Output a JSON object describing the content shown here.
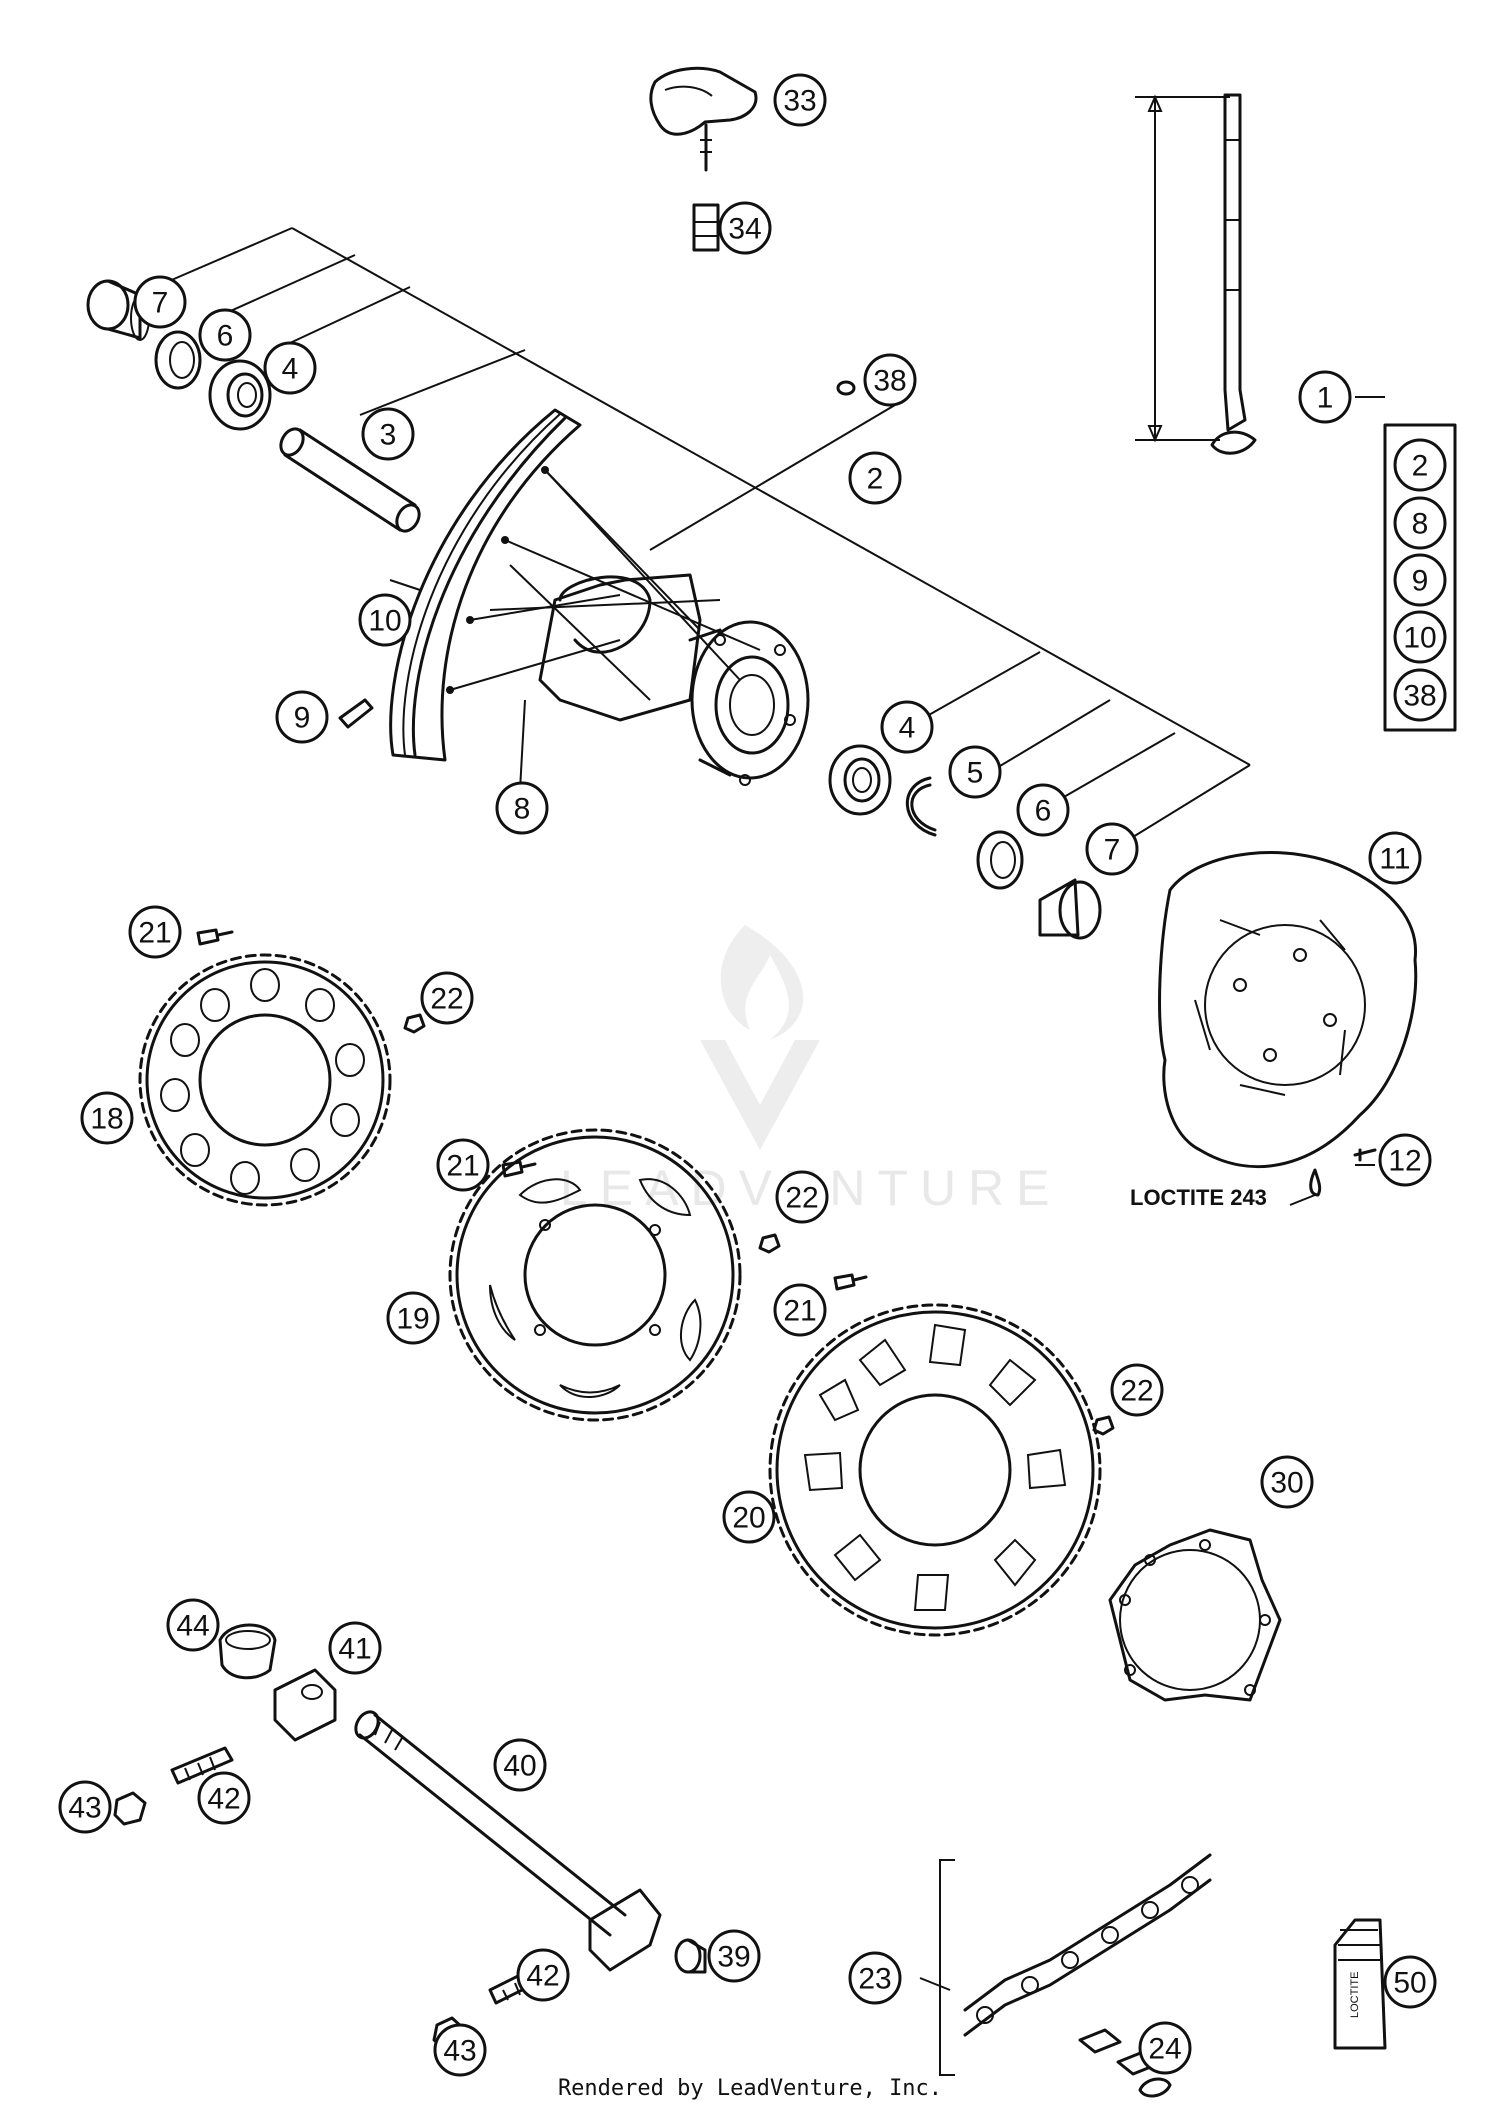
{
  "diagram": {
    "callouts": [
      {
        "id": "c33",
        "label": "33"
      },
      {
        "id": "c34",
        "label": "34"
      },
      {
        "id": "c7a",
        "label": "7"
      },
      {
        "id": "c6a",
        "label": "6"
      },
      {
        "id": "c4a",
        "label": "4"
      },
      {
        "id": "c3",
        "label": "3"
      },
      {
        "id": "c38",
        "label": "38"
      },
      {
        "id": "c2",
        "label": "2"
      },
      {
        "id": "c10",
        "label": "10"
      },
      {
        "id": "c9",
        "label": "9"
      },
      {
        "id": "c8",
        "label": "8"
      },
      {
        "id": "c4b",
        "label": "4"
      },
      {
        "id": "c5",
        "label": "5"
      },
      {
        "id": "c6b",
        "label": "6"
      },
      {
        "id": "c7b",
        "label": "7"
      },
      {
        "id": "c1",
        "label": "1"
      },
      {
        "id": "c11",
        "label": "11"
      },
      {
        "id": "c12",
        "label": "12"
      },
      {
        "id": "c21a",
        "label": "21"
      },
      {
        "id": "c22a",
        "label": "22"
      },
      {
        "id": "c18",
        "label": "18"
      },
      {
        "id": "c21b",
        "label": "21"
      },
      {
        "id": "c22b",
        "label": "22"
      },
      {
        "id": "c19",
        "label": "19"
      },
      {
        "id": "c21c",
        "label": "21"
      },
      {
        "id": "c22c",
        "label": "22"
      },
      {
        "id": "c20",
        "label": "20"
      },
      {
        "id": "c30",
        "label": "30"
      },
      {
        "id": "c44",
        "label": "44"
      },
      {
        "id": "c41",
        "label": "41"
      },
      {
        "id": "c43a",
        "label": "43"
      },
      {
        "id": "c42a",
        "label": "42"
      },
      {
        "id": "c40",
        "label": "40"
      },
      {
        "id": "c39",
        "label": "39"
      },
      {
        "id": "c42b",
        "label": "42"
      },
      {
        "id": "c43b",
        "label": "43"
      },
      {
        "id": "c23",
        "label": "23"
      },
      {
        "id": "c24",
        "label": "24"
      },
      {
        "id": "c50",
        "label": "50"
      }
    ],
    "kit_box": {
      "items": [
        "2",
        "8",
        "9",
        "10",
        "38"
      ]
    },
    "loctite_note": "LOCTITE 243",
    "loctite_bottle_label": "LOCTITE",
    "watermark": "LEADVENTURE",
    "footer": "Rendered by LeadVenture, Inc."
  }
}
